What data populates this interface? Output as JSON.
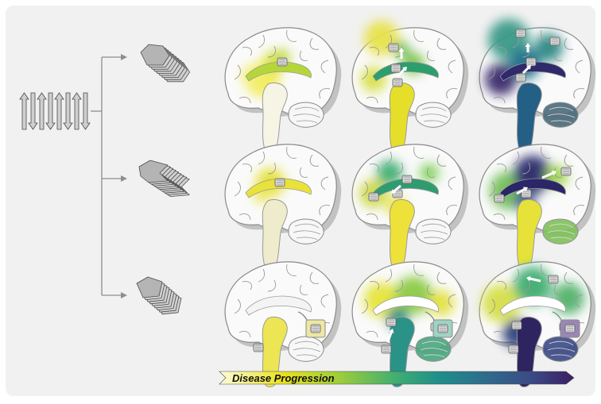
{
  "progression": {
    "label": "Disease Progression",
    "gradient": [
      "#fffbd9",
      "#e8e21f",
      "#9ccd3a",
      "#3fae72",
      "#1f8e8a",
      "#2f6a8c",
      "#3b4a86",
      "#3a1f63"
    ]
  },
  "colors": {
    "panel": "#f1f1f1",
    "brain_fill": "#fafafa",
    "brain_stroke": "#8a8a8a",
    "connector": "#8e8e8e",
    "monomer": "#c8c8c8",
    "fibril": "#9a9a9a",
    "arrow": "#ffffff"
  },
  "icons": {
    "monomer": "beta-sheet-monomer-icon",
    "strain": "fibril-strain-icon",
    "aggregate": "aggregate-icon",
    "spread": "spread-arrow-icon"
  },
  "rows": [
    {
      "strain": "strain-1",
      "stages": [
        "stage-early",
        "stage-mid",
        "stage-late"
      ]
    },
    {
      "strain": "strain-2",
      "stages": [
        "stage-early",
        "stage-mid",
        "stage-late"
      ]
    },
    {
      "strain": "strain-3",
      "stages": [
        "stage-early",
        "stage-mid",
        "stage-late"
      ]
    }
  ]
}
